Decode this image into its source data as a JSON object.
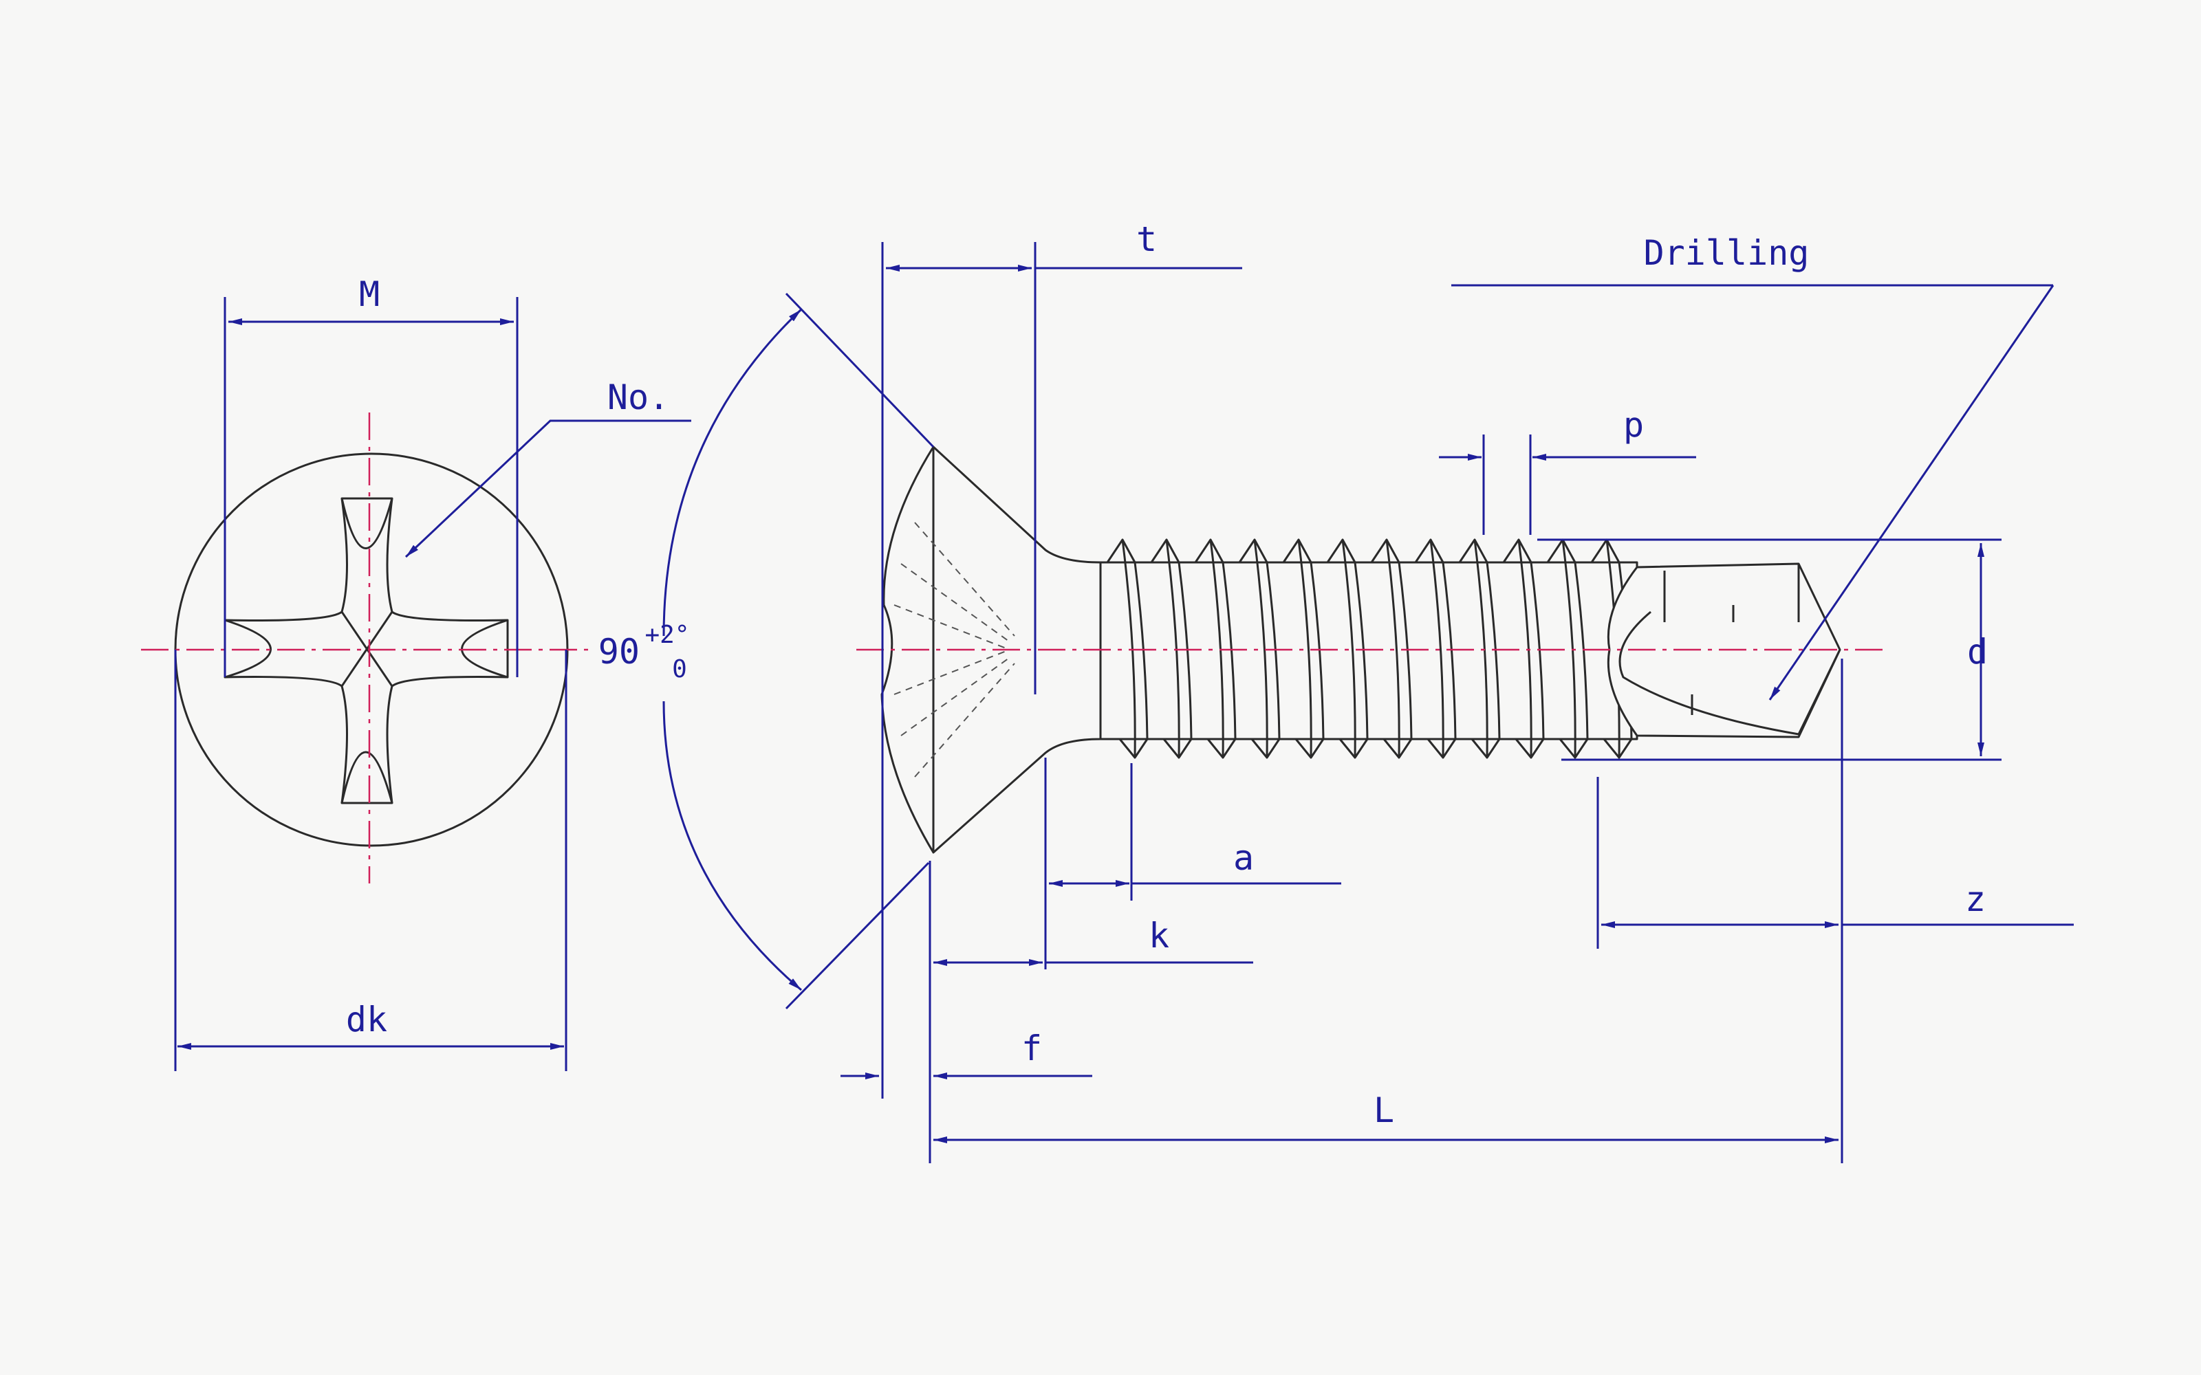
{
  "labels": {
    "M": "M",
    "No": "No.",
    "dk": "dk",
    "t": "t",
    "angle_value": "90",
    "angle_upper_tol": "+2°",
    "angle_lower_tol": "0",
    "drilling": "Drilling",
    "p": "p",
    "d": "d",
    "a": "a",
    "k": "k",
    "z": "z",
    "f": "f",
    "L": "L"
  },
  "colors": {
    "dimension": "#1e1e9a",
    "outline": "#2a2a2a",
    "centerline": "#d0205a",
    "paper": "#f7f7f6"
  }
}
